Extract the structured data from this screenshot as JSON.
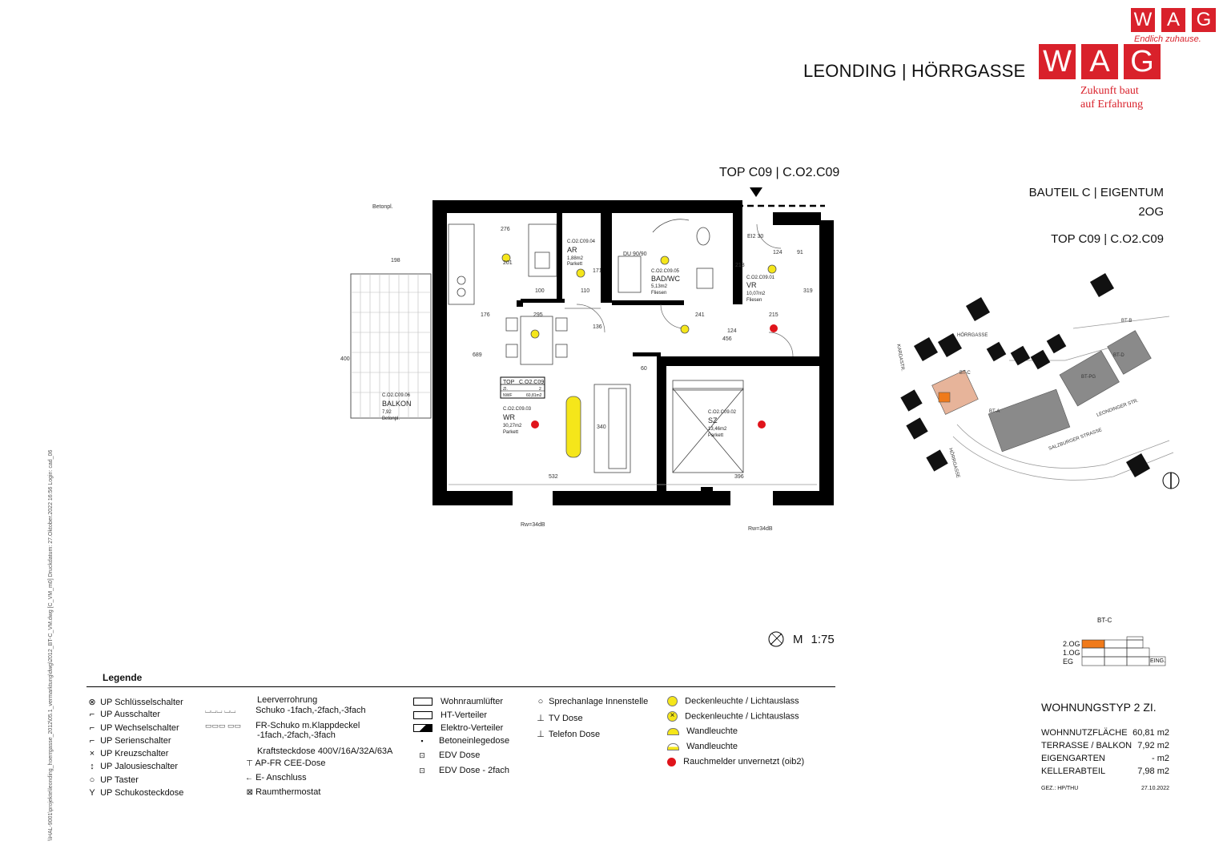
{
  "header": {
    "project_title": "LEONDING | HÖRRGASSE",
    "top_label": "TOP C09 | C.O2.C09",
    "bauteil": "BAUTEIL C | EIGENTUM",
    "geschoss": "2OG",
    "top_right": "TOP C09 | C.O2.C09"
  },
  "logos": {
    "small_letters": [
      "W",
      "A",
      "G"
    ],
    "small_tagline": "Endlich zuhause.",
    "big_letters": [
      "W",
      "A",
      "G"
    ],
    "big_tagline_1": "Zukunft baut",
    "big_tagline_2": "auf Erfahrung",
    "brand_color": "#d9212b"
  },
  "plan": {
    "rooms": [
      {
        "code": "C.O2.C09.04",
        "name": "AR",
        "area": "1,88m2",
        "floor": "Parkett"
      },
      {
        "code": "C.O2.C09.05",
        "name": "BAD/WC",
        "area": "5,13m2",
        "floor": "Fliesen"
      },
      {
        "code": "C.O2.C09.01",
        "name": "VR",
        "area": "10,07m2",
        "floor": "Fliesen"
      },
      {
        "code": "C.O2.C09.03",
        "name": "WR",
        "area": "30,27m2",
        "floor": "Parkett"
      },
      {
        "code": "C.O2.C09.02",
        "name": "SZ",
        "area": "13,46m2",
        "floor": "Parkett"
      },
      {
        "code": "C.O2.C09.06",
        "name": "BALKON",
        "area": "7,92",
        "floor": "Betonpl."
      }
    ],
    "top_box": {
      "top": "TOP",
      "code": "C.O2.C09",
      "zi_label": "ZI.",
      "zi": "2",
      "nwf_label": "NWF",
      "nwf": "60,81m2"
    },
    "dims": [
      "276",
      "201",
      "100",
      "110",
      "171",
      "90/90",
      "241",
      "215",
      "91",
      "213",
      "319",
      "124",
      "176",
      "295",
      "456",
      "689",
      "532",
      "396",
      "340",
      "60",
      "198",
      "400",
      "136",
      "124"
    ],
    "misc_labels": [
      "Betonpl.",
      "EI2 30",
      "Rw=34dB",
      "Rw=34dB",
      "DU 90/90"
    ]
  },
  "scale": {
    "label": "M",
    "value": "1:75"
  },
  "site_plan": {
    "streets": [
      "HÖRRGASSE",
      "KARDASTR.",
      "SALZBURGER STRASSE",
      "HÖRRGASSE",
      "LEONDINGER STR."
    ],
    "parts": [
      "BT-B",
      "BT-PG",
      "BT-C",
      "BT-A",
      "BT-D"
    ]
  },
  "floor_indicator": {
    "title": "BT-C",
    "floors": [
      "2.OG",
      "1.OG",
      "EG"
    ],
    "eing": "EING.",
    "highlight": "#f07a1a"
  },
  "legend": {
    "title": "Legende",
    "col1": [
      "UP Schlüsselschalter",
      "UP Ausschalter",
      "UP Wechselschalter",
      "UP Serienschalter",
      "UP Kreuzschalter",
      "UP Jalousieschalter",
      "UP Taster",
      "UP Schukosteckdose"
    ],
    "col2": [
      "Leerverrohrung",
      "Schuko -1fach,-2fach,-3fach",
      "FR-Schuko m.Klappdeckel",
      "-1fach,-2fach,-3fach",
      "Kraftsteckdose 400V/16A/32A/63A",
      "AP-FR CEE-Dose",
      "E- Anschluss",
      "Raumthermostat"
    ],
    "col3": [
      "Wohnraumlüfter",
      "HT-Verteiler",
      "Elektro-Verteiler",
      "Betoneinlegedose",
      "EDV Dose",
      "EDV Dose - 2fach"
    ],
    "col4": [
      "Sprechanlage Innenstelle",
      "TV Dose",
      "Telefon Dose"
    ],
    "col5": [
      "Deckenleuchte / Lichtauslass",
      "Deckenleuchte / Lichtauslass",
      "Wandleuchte",
      "Wandleuchte",
      "Rauchmelder unvernetzt (oib2)"
    ]
  },
  "stats": {
    "type": "WOHNUNGSTYP  2 ZI.",
    "rows": [
      {
        "label": "WOHNNUTZFLÄCHE",
        "value": "60,81 m2"
      },
      {
        "label": "TERRASSE / BALKON",
        "value": "7,92 m2"
      },
      {
        "label": "EIGENGARTEN",
        "value": "- m2"
      },
      {
        "label": "KELLERABTEIL",
        "value": "7,98 m2"
      }
    ],
    "gez": "GEZ.: HP/THU",
    "date": "27.10.2022"
  },
  "side_text": "\\\\HAL-9001\\projekte\\leonding_hoerrgasse_2012\\05.1_vermarktung\\dwg\\2012_BT-C_VM.dwg  [C_VM_m0]     Druckdatum:   27.Oktober.2022  16:56     Login:  cad_06"
}
